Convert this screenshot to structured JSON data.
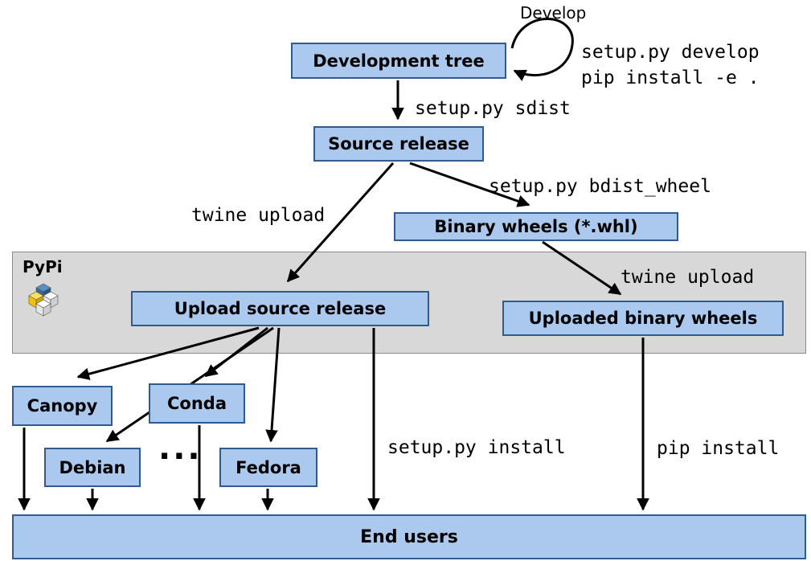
{
  "pypi": {
    "label": "PyPi"
  },
  "nodes": {
    "development_tree": "Development tree",
    "source_release": "Source release",
    "binary_wheels": "Binary wheels (*.whl)",
    "upload_source_release": "Upload source release",
    "uploaded_binary_wheels": "Uploaded binary wheels",
    "canopy": "Canopy",
    "conda": "Conda",
    "debian": "Debian",
    "fedora": "Fedora",
    "end_users": "End users",
    "dots": "..."
  },
  "edge_labels": {
    "develop": "Develop",
    "setup_py_develop": "setup.py develop",
    "pip_install_editable": "pip install -e .",
    "setup_py_sdist": "setup.py sdist",
    "twine_upload_source": "twine upload",
    "setup_py_bdist_wheel": "setup.py bdist_wheel",
    "twine_upload_wheels": "twine upload",
    "setup_py_install": "setup.py install",
    "pip_install": "pip install"
  },
  "colors": {
    "node_fill": "#abc9ee",
    "node_border": "#2f5b8f",
    "pypi_band_fill": "#d8d8d8",
    "pypi_band_border": "#8a8a8a",
    "arrow": "#000000",
    "background": "#ffffff",
    "logo_blue": "#356b9e",
    "logo_yellow": "#f2c200"
  }
}
